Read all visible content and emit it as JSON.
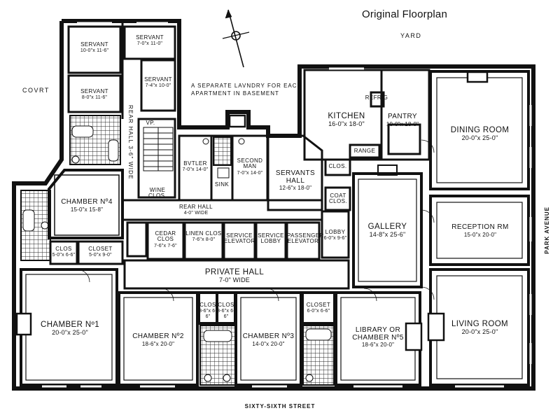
{
  "title": "Original Floorplan",
  "exterior": {
    "yard": "YARD",
    "court": "COVRT",
    "street": "SIXTY-SIXTH STREET",
    "avenue": "PARK AVENUE"
  },
  "note": "A SEPARATE LAVNDRY FOR EACH APARTMENT IN BASEMENT",
  "rooms": {
    "servant1": {
      "name": "SERVANT",
      "dim": "10-0\"x 11-6\""
    },
    "servant2": {
      "name": "SERVANT",
      "dim": "8-0\"x 11-6\""
    },
    "servant3": {
      "name": "SERVANT",
      "dim": "7-0\"x 11-0\""
    },
    "servant4": {
      "name": "SERVANT",
      "dim": "7-4\"x 10-0\""
    },
    "rear_hall_vertical": "REAR HALL 3-6\" WIDE",
    "vp": "VP.",
    "wine_closet": "WINE CLOS.",
    "butler": {
      "name": "BVTLER",
      "dim": "7-0\"x 14-0\""
    },
    "second_man": {
      "name": "SECOND MAN",
      "dim": "7-0\"x 14-0\""
    },
    "sink": "SINK",
    "servants_hall": {
      "name": "SERVANTS HALL",
      "dim": "12-6\"x 18-0\""
    },
    "kitchen": {
      "name": "KITCHEN",
      "dim": "16-0\"x 18-0\""
    },
    "refrig": "REFRIG",
    "pantry": {
      "name": "PANTRY",
      "dim": "10-0\"x 18-0\""
    },
    "range": "RANGE",
    "clos_kitchen": "CLOS.",
    "coat_clos": "COAT CLOS.",
    "dining_room": {
      "name": "DINING ROOM",
      "dim": "20-0\"x 25-0\""
    },
    "chamber4": {
      "name": "CHAMBER Nº4",
      "dim": "15-0\"x 15-8\""
    },
    "rear_hall": {
      "name": "REAR HALL",
      "dim": "4-0\" WIDE"
    },
    "cedar_clos": {
      "name": "CEDAR CLOS",
      "dim": "7-6\"x 7-6\""
    },
    "linen_clos": {
      "name": "LINEN CLOS",
      "dim": "7-6\"x 8-0\""
    },
    "service_elevator": "SERVICE ELEVATOR",
    "service_lobby": "SERVICE LOBBY",
    "passenger_elevator": "PASSENGER ELEVATOR",
    "lobby": {
      "name": "LOBBY",
      "dim": "6-0\"x 9-6\""
    },
    "gallery": {
      "name": "GALLERY",
      "dim": "14-8\"x 25-6\""
    },
    "reception": {
      "name": "RECEPTION RM",
      "dim": "15-0\"x 20-0\""
    },
    "clos_left": {
      "name": "CLOS",
      "dim": "5-0\"x 6-6\""
    },
    "closet_left": {
      "name": "CLOSET",
      "dim": "5-0\"x 9-0\""
    },
    "private_hall": {
      "name": "PRIVATE HALL",
      "dim": "7-0\" WIDE"
    },
    "chamber1": {
      "name": "CHAMBER Nº1",
      "dim": "20-0\"x 25-0\""
    },
    "chamber2": {
      "name": "CHAMBER Nº2",
      "dim": "18-6\"x 20-0\""
    },
    "clos_a": {
      "name": "CLOS",
      "dim": "3-6\"x 6-6\""
    },
    "clos_b": {
      "name": "CLOS",
      "dim": "3-6\"x 6-6\""
    },
    "chamber3": {
      "name": "CHAMBER Nº3",
      "dim": "14-0\"x 20-0\""
    },
    "closet_mid": {
      "name": "CLOSET",
      "dim": "6-0\"x 6-6\""
    },
    "library": {
      "name": "LIBRARY OR CHAMBER Nº5",
      "dim": "18-6\"x 20-0\""
    },
    "living_room": {
      "name": "LIVING ROOM",
      "dim": "20-0\"x 25-0\""
    }
  }
}
